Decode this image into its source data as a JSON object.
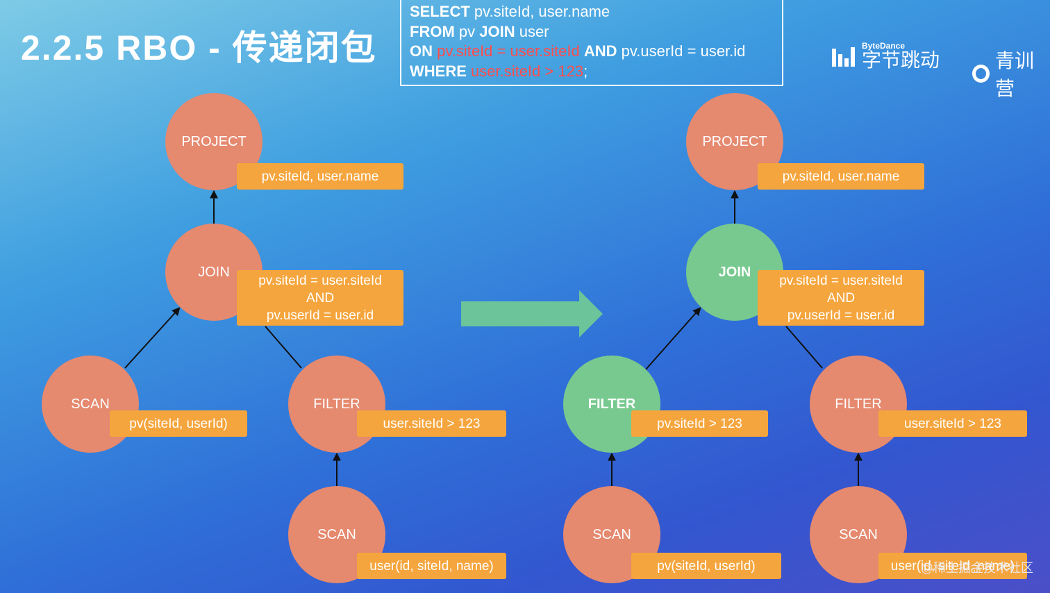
{
  "title": "2.2.5 RBO - 传递闭包",
  "sql": {
    "line1_kw": "SELECT",
    "line1_rest": " pv.siteId, user.name",
    "line2_kw1": "FROM",
    "line2_mid": " pv ",
    "line2_kw2": "JOIN",
    "line2_rest": " user",
    "line3_kw1": "ON",
    "line3_red": " pv.siteId = user.siteId ",
    "line3_kw2": "AND",
    "line3_rest": " pv.userId = user.id",
    "line4_kw": "WHERE",
    "line4_red": " user.siteId > 123",
    "line4_end": ";"
  },
  "brand": {
    "bytedance_small": "ByteDance",
    "bytedance_cn": "字节跳动",
    "qingxun": "青训营"
  },
  "left_tree": {
    "project": {
      "label": "PROJECT",
      "tag": "pv.siteId, user.name"
    },
    "join": {
      "label": "JOIN",
      "tag_l1": "pv.siteId = user.siteId",
      "tag_l2": "AND",
      "tag_l3": "pv.userId = user.id"
    },
    "scan_pv": {
      "label": "SCAN",
      "tag": "pv(siteId, userId)"
    },
    "filter": {
      "label": "FILTER",
      "tag": "user.siteId > 123"
    },
    "scan_user": {
      "label": "SCAN",
      "tag": "user(id, siteId, name)"
    }
  },
  "right_tree": {
    "project": {
      "label": "PROJECT",
      "tag": "pv.siteId, user.name"
    },
    "join": {
      "label": "JOIN",
      "tag_l1": "pv.siteId = user.siteId",
      "tag_l2": "AND",
      "tag_l3": "pv.userId = user.id"
    },
    "filter_pv": {
      "label": "FILTER",
      "tag": "pv.siteId > 123"
    },
    "filter_user": {
      "label": "FILTER",
      "tag": "user.siteId > 123"
    },
    "scan_pv": {
      "label": "SCAN",
      "tag": "pv(siteId, userId)"
    },
    "scan_user": {
      "label": "SCAN",
      "tag": "user(id, siteId, name)"
    }
  },
  "colors": {
    "node_original": "#e5896f",
    "node_new": "#78c98f",
    "tag": "#f5a53d",
    "arrow": "#6cc49a",
    "sql_highlight": "#ff4d4d"
  },
  "watermark": "@稀土掘金技术社区"
}
